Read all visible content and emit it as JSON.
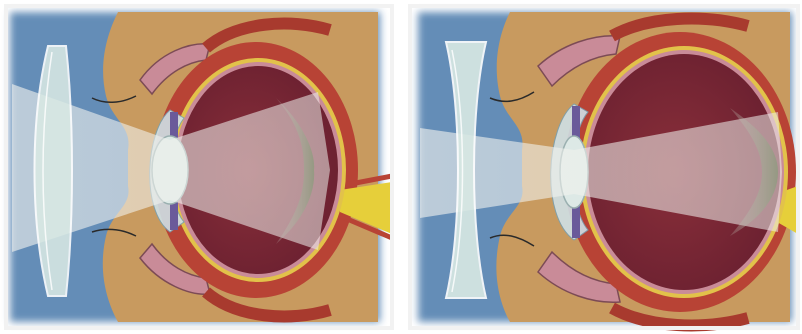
{
  "figure": {
    "panels": [
      {
        "key": "left",
        "lens": "converging"
      },
      {
        "key": "right",
        "lens": "diverging"
      }
    ],
    "colors": {
      "background": "#ffffff",
      "water_blue": "#5b87b4",
      "skin_tan": "#c89a5f",
      "sclera_red": "#b84335",
      "retina_yellow": "#e2c24a",
      "vitreous": "#7a2a34",
      "light_beam": "#e9ece8",
      "lens_tint": "#d9e9e4",
      "optic_nerve": "#e6cf3a",
      "iris_pink": "#c98b98"
    },
    "icons": {
      "eye": "eye-cross-section-icon",
      "lens_left": "plano-convex-lens-icon",
      "lens_right": "concave-lens-icon"
    }
  }
}
